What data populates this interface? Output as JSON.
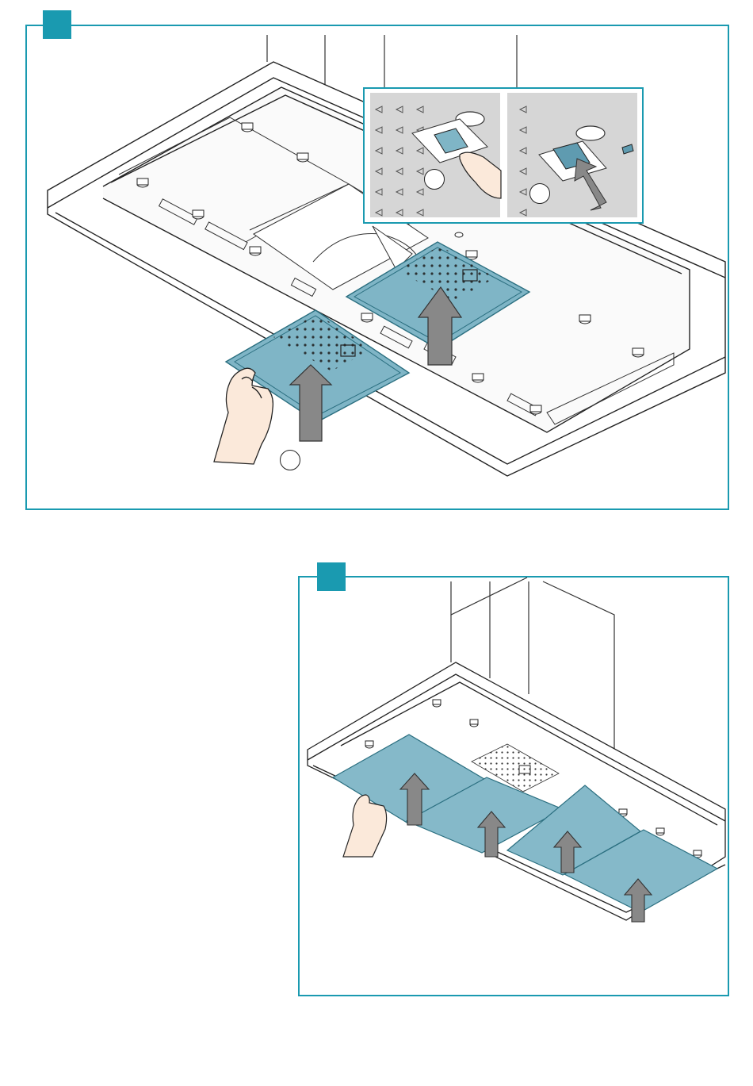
{
  "figures": [
    {
      "id": "figure-1",
      "accent_color": "#1a9ab0",
      "filter_color": "#7fb5c6",
      "callouts": [
        "",
        "",
        ""
      ],
      "inset_panels": 2,
      "filters_shown": 2
    },
    {
      "id": "figure-2",
      "accent_color": "#1a9ab0",
      "filter_color": "#85b9c9",
      "filters_shown": 4
    }
  ],
  "icons": {
    "arrow": "arrow-up-icon",
    "hand": "hand-icon",
    "finger": "finger-press-icon"
  }
}
